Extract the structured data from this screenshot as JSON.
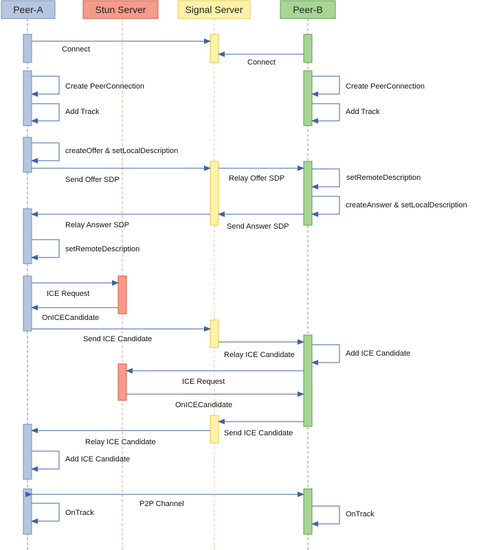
{
  "colors": {
    "peer_a": {
      "fill": "#b6c6e0",
      "stroke": "#6c8ebf"
    },
    "stun": {
      "fill": "#f79b88",
      "stroke": "#d05a44"
    },
    "signal": {
      "fill": "#fff2a8",
      "stroke": "#e6c84a"
    },
    "peer_b": {
      "fill": "#a8d595",
      "stroke": "#5a9c47"
    },
    "arrow": "#3d62a6"
  },
  "participants": [
    {
      "id": "peer_a",
      "label": "Peer-A"
    },
    {
      "id": "stun",
      "label": "Stun Server"
    },
    {
      "id": "signal",
      "label": "Signal Server"
    },
    {
      "id": "peer_b",
      "label": "Peer-B"
    }
  ],
  "messages": [
    {
      "label": "Connect"
    },
    {
      "label": "Connect"
    },
    {
      "label": "Create PeerConnection"
    },
    {
      "label": "Add Track"
    },
    {
      "label": "Create PeerConnection"
    },
    {
      "label": "Add Track"
    },
    {
      "label": "createOffer & setLocalDescription"
    },
    {
      "label": "Send Offer SDP"
    },
    {
      "label": "Relay Offer SDP"
    },
    {
      "label": "setRemoteDescription"
    },
    {
      "label": "createAnswer & setLocalDescription"
    },
    {
      "label": "Send Answer SDP"
    },
    {
      "label": "Relay Answer SDP"
    },
    {
      "label": "setRemoteDescription"
    },
    {
      "label": "ICE Request"
    },
    {
      "label": "OnICECandidate"
    },
    {
      "label": "Send ICE Candidate"
    },
    {
      "label": "Relay ICE Candidate"
    },
    {
      "label": "Add ICE Candidate"
    },
    {
      "label": "ICE Request"
    },
    {
      "label": "OnICECandidate"
    },
    {
      "label": "Send ICE Candidate"
    },
    {
      "label": "Relay ICE Candidate"
    },
    {
      "label": "Add ICE Candidate"
    },
    {
      "label": "P2P Channel"
    },
    {
      "label": "OnTrack"
    },
    {
      "label": "OnTrack"
    }
  ]
}
